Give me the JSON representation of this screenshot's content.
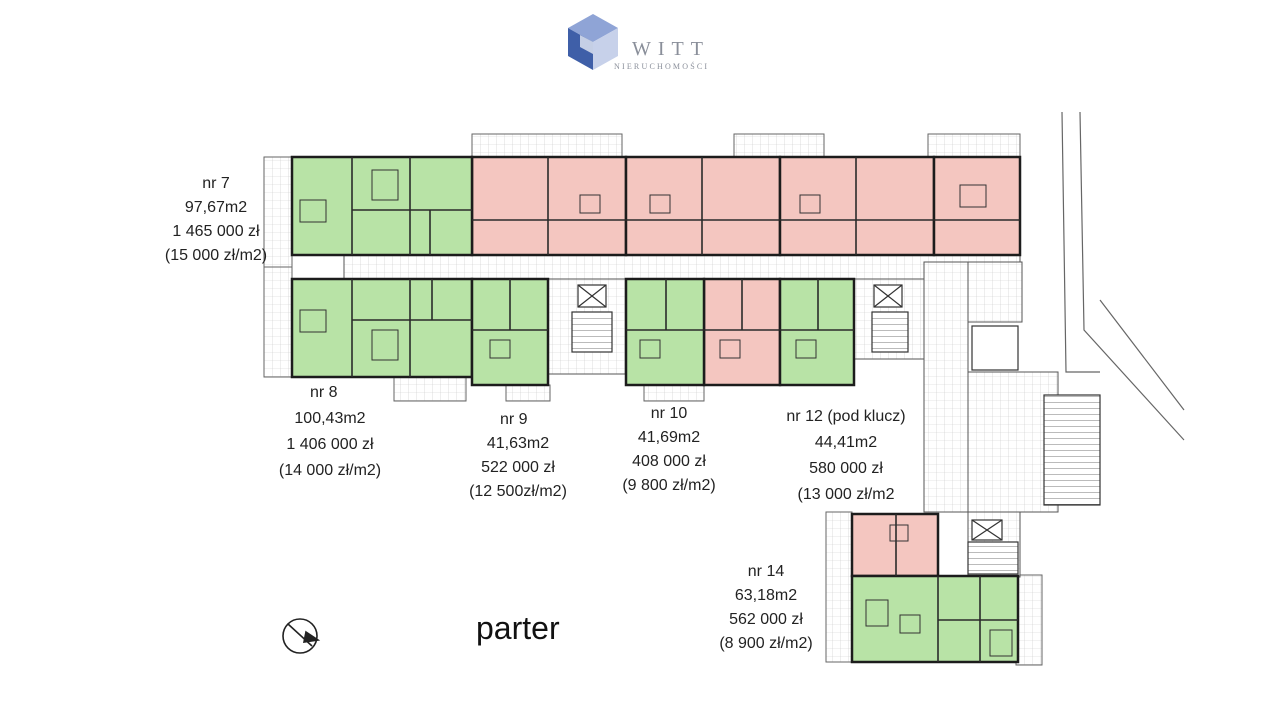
{
  "logo": {
    "name": "WITT",
    "subtitle": "NIERUCHOMOŚCI",
    "colors": [
      "#3f5fa8",
      "#8fa4d6",
      "#c7d1ea"
    ]
  },
  "floor_title": "parter",
  "status_colors": {
    "available": "#b8e3a6",
    "sold": "#f4c6c0",
    "outline": "#1c1c1c"
  },
  "compass_icon": "north-arrow-icon",
  "apartments": [
    {
      "id": "nr7",
      "lines": [
        "nr  7",
        "97,67m2",
        "1 465 000 zł",
        "(15 000 zł/m2)"
      ],
      "status": "available"
    },
    {
      "id": "nr8",
      "lines": [
        "nr 8",
        "100,43m2",
        "1 406 000 zł",
        "(14 000 zł/m2)"
      ],
      "status": "available"
    },
    {
      "id": "nr9",
      "lines": [
        "nr 9",
        "41,63m2",
        "522 000 zł",
        "(12 500zł/m2)"
      ],
      "status": "available"
    },
    {
      "id": "nr10",
      "lines": [
        "nr  10",
        "41,69m2",
        "408 000 zł",
        "(9 800 zł/m2)"
      ],
      "status": "available"
    },
    {
      "id": "nr12",
      "lines": [
        "nr 12 (pod klucz)",
        "44,41m2",
        "580 000 zł",
        "(13 000 zł/m2"
      ],
      "status": "available"
    },
    {
      "id": "nr14",
      "lines": [
        "nr  14",
        "63,18m2",
        "562 000 zł",
        "(8 900 zł/m2)"
      ],
      "status": "available"
    }
  ]
}
